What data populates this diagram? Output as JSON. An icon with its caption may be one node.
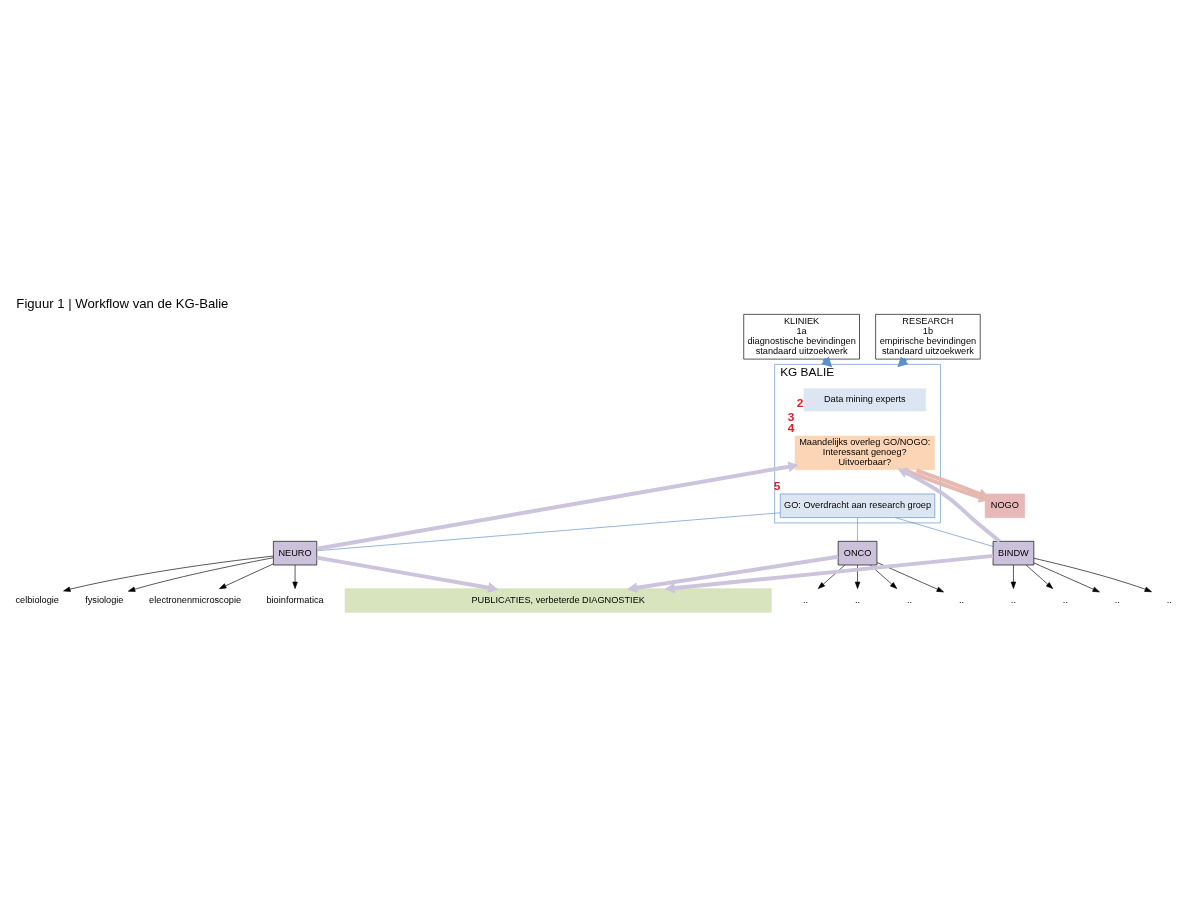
{
  "diagram": {
    "title": "Figuur 1 | Workflow van de KG-Balie",
    "nodes": [
      {
        "text": [
          "KLINIEK",
          "1a",
          "diagnostische bevindingen",
          "standaard uitzoekwerk"
        ]
      },
      {
        "text": [
          "KG BALIE"
        ]
      },
      {
        "text": [
          "Data mining experts"
        ],
        "in": 1,
        "beside": [
          "2"
        ]
      },
      {
        "text": [
          "Maandelijks overleg GO/NOGO:",
          "Interessant genoeg?",
          "Uitvoerbaar?"
        ],
        "in": 1,
        "beside": [
          "3",
          "4"
        ]
      },
      {
        "text": [
          "GO: Overdracht aan research groep"
        ],
        "in": 1,
        "beside": [
          "5"
        ]
      },
      {
        "text": [
          "RESEARCH",
          "1b",
          "empirische bevindingen",
          "standaard uitzoekwerk"
        ]
      },
      {
        "text": [
          "NOGO"
        ]
      },
      {
        "text": [
          "NEURO"
        ]
      },
      {
        "text": [
          "ONCO"
        ]
      },
      {
        "text": [
          "BINDW"
        ]
      },
      {
        "text": [
          "bioinformatica"
        ]
      },
      {
        "text": [
          "celbiologie"
        ]
      },
      {
        "text": [
          "fysiologie"
        ]
      },
      {
        "text": [
          "electronenmicroscopie"
        ]
      },
      {
        "text": [
          ".."
        ]
      },
      {
        "text": [
          ".."
        ]
      },
      {
        "text": [
          ".."
        ]
      },
      {
        "text": [
          ".."
        ]
      },
      {
        "text": [
          ".."
        ]
      },
      {
        "text": [
          ".."
        ]
      },
      {
        "text": [
          ".."
        ]
      },
      {
        "text": [
          ".."
        ]
      },
      {
        "text": [
          "PUBLICATIES, verbeterde DIAGNOSTIEK"
        ]
      }
    ],
    "edges": [
      {
        "from": 0,
        "to": 1,
        "arrow": "to",
        "style": "thick",
        "color": "#5b8fc9"
      },
      {
        "from": 5,
        "to": 1,
        "arrow": "to",
        "style": "thick",
        "color": "#5b8fc9"
      },
      {
        "from": 3,
        "to": 6,
        "arrow": "to",
        "style": "thick",
        "color": "#e6b9b0"
      },
      {
        "from": 3,
        "to": 6,
        "arrow": "to",
        "style": "thick",
        "color": "#e6b9b0"
      },
      {
        "from": 7,
        "to": 3,
        "arrow": "to",
        "style": "thick",
        "color": "#ccc3dc"
      },
      {
        "from": 9,
        "to": 3,
        "arrow": "to",
        "style": "thick",
        "color": "#ccc3dc"
      },
      {
        "from": 4,
        "to": 7,
        "arrow": "none",
        "color": "#5b8fc9"
      },
      {
        "from": 4,
        "to": 8,
        "arrow": "none",
        "color": "#5b8fc9"
      },
      {
        "from": 4,
        "to": 9,
        "arrow": "none",
        "color": "#5b8fc9"
      },
      {
        "from": 7,
        "to": 10,
        "arrow": "to"
      },
      {
        "from": 7,
        "to": 11,
        "arrow": "to"
      },
      {
        "from": 7,
        "to": 12,
        "arrow": "to"
      },
      {
        "from": 7,
        "to": 13,
        "arrow": "to"
      },
      {
        "from": 8,
        "to": 14,
        "arrow": "to"
      },
      {
        "from": 8,
        "to": 15,
        "arrow": "to"
      },
      {
        "from": 8,
        "to": 16,
        "arrow": "to"
      },
      {
        "from": 8,
        "to": 17,
        "arrow": "to"
      },
      {
        "from": 9,
        "to": 18,
        "arrow": "to"
      },
      {
        "from": 9,
        "to": 19,
        "arrow": "to"
      },
      {
        "from": 9,
        "to": 20,
        "arrow": "to"
      },
      {
        "from": 9,
        "to": 21,
        "arrow": "to"
      },
      {
        "from": 7,
        "to": 22,
        "arrow": "to",
        "style": "thick",
        "color": "#ccc3dc"
      },
      {
        "from": 8,
        "to": 22,
        "arrow": "to",
        "style": "thick",
        "color": "#ccc3dc"
      },
      {
        "from": 9,
        "to": 22,
        "arrow": "to",
        "style": "thick",
        "color": "#ccc3dc"
      }
    ]
  }
}
